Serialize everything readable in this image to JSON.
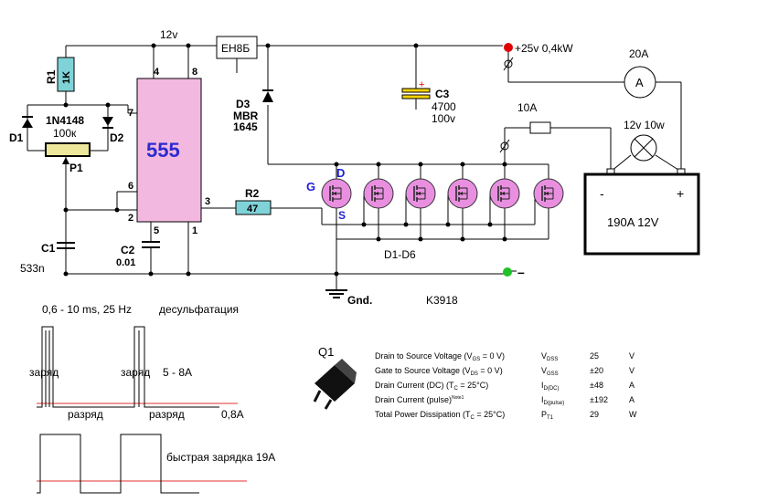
{
  "schematic": {
    "supply_top": "12v",
    "fuse_label": "ЕН8Б",
    "r1_ref": "R1",
    "r1_value": "1K",
    "diode_type": "1N4148",
    "d1": "D1",
    "d2": "D2",
    "p1_value": "100к",
    "p1_ref": "P1",
    "ic_label": "555",
    "pin4": "4",
    "pin8": "8",
    "pin7": "7",
    "pin6": "6",
    "pin2": "2",
    "pin3": "3",
    "pin5": "5",
    "pin1": "1",
    "c1_ref": "C1",
    "c1_value": "533n",
    "c2_ref": "C2",
    "c2_value": "0.01",
    "r2_ref": "R2",
    "r2_value": "47",
    "d3_ref": "D3",
    "d3_type1": "MBR",
    "d3_type2": "1645",
    "c3_ref": "C3",
    "c3_value": "4700",
    "c3_voltage": "100v",
    "c3_plus": "+",
    "out_plus_label": "+25v 0,4kW",
    "ammeter_rating": "20A",
    "ammeter_symbol": "A",
    "fuse2_rating": "10A",
    "lamp_label": "12v 10w",
    "battery_minus": "-",
    "battery_plus": "+",
    "battery_label": "190A 12V",
    "gate_label": "G",
    "drain_label": "D",
    "source_label": "S",
    "mosfet_group": "D1-D6",
    "mosfet_part": "K3918",
    "ground_label": "Gnd.",
    "out_minus": "–"
  },
  "waveform1": {
    "header": "0,6 - 10 ms, 25 Hz",
    "mode": "десульфатация",
    "charge1": "заряд",
    "charge2": "заряд",
    "charge_current": "5 - 8A",
    "discharge1": "разряд",
    "discharge2": "разряд",
    "discharge_current": "0,8A"
  },
  "waveform2": {
    "label": "быстрая зарядка 19А"
  },
  "spec_table": {
    "title": "Q1",
    "rows": [
      {
        "param": "Drain to Source Voltage (V",
        "sub": "GS",
        "param_tail": " = 0 V)",
        "symbol": "V",
        "symsub": "DSS",
        "value": "25",
        "unit": "V"
      },
      {
        "param": "Gate to Source Voltage (V",
        "sub": "DS",
        "param_tail": " = 0 V)",
        "symbol": "V",
        "symsub": "GSS",
        "value": "±20",
        "unit": "V"
      },
      {
        "param": "Drain Current (DC) (T",
        "sub": "C",
        "param_tail": " = 25°C)",
        "symbol": "I",
        "symsub": "D(DC)",
        "value": "±48",
        "unit": "A"
      },
      {
        "param": "Drain Current (pulse)",
        "sub": "",
        "param_tail": "",
        "note": "Note1",
        "symbol": "I",
        "symsub": "D(pulse)",
        "value": "±192",
        "unit": "A"
      },
      {
        "param": "Total Power Dissipation (T",
        "sub": "C",
        "param_tail": " = 25°C)",
        "symbol": "P",
        "symsub": "T1",
        "value": "29",
        "unit": "W"
      }
    ]
  },
  "colors": {
    "resistor_fill": "#7fd3d8",
    "ic_fill": "#f3b8df",
    "ic_text": "#2b2bd0",
    "mosfet_fill": "#e98fe0",
    "cap_fill": "#f5d400",
    "pot_fill": "#ece79a",
    "plus_terminal": "#e00000",
    "minus_terminal": "#22c02a",
    "gds_label": "#1f1fd6",
    "baseline_red": "#e03030"
  }
}
